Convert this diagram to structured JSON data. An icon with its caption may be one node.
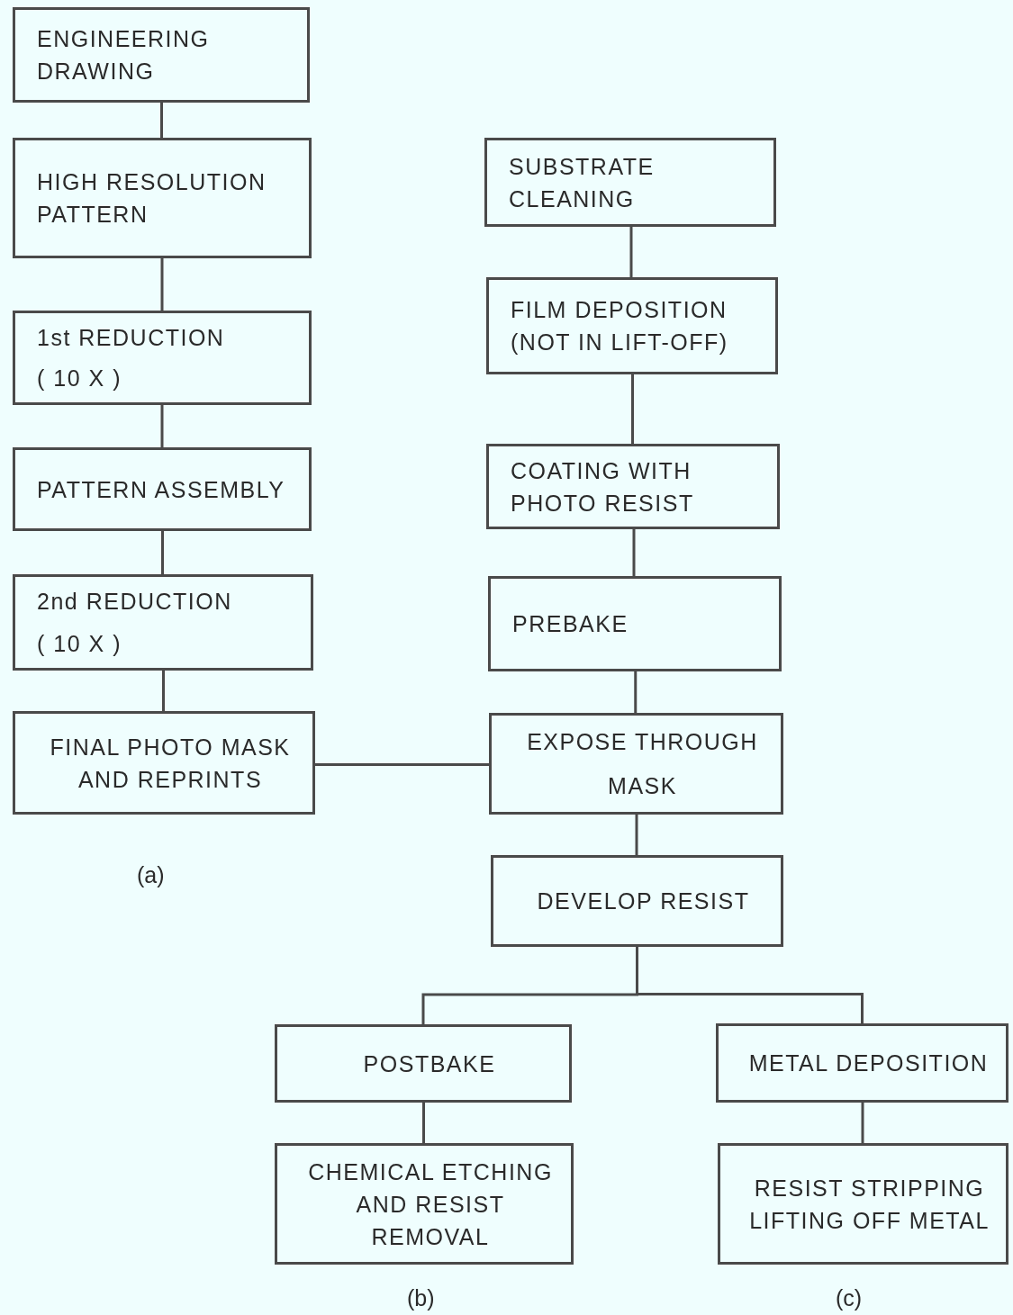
{
  "diagram": {
    "nodes": [
      {
        "text": [
          "ENGINEERING DRAWING"
        ]
      },
      {
        "text": [
          "HIGH RESOLUTION PATTERN"
        ]
      },
      {
        "text": [
          "1st REDUCTION",
          "( 10 X )"
        ]
      },
      {
        "text": [
          "PATTERN ASSEMBLY"
        ]
      },
      {
        "text": [
          "2nd REDUCTION",
          "( 10 X )"
        ]
      },
      {
        "text": [
          "FINAL PHOTO MASK AND REPRINTS"
        ]
      },
      {
        "text": [
          "SUBSTRATE CLEANING"
        ]
      },
      {
        "text": [
          "FILM DEPOSITION (NOT IN LIFT-OFF)"
        ]
      },
      {
        "text": [
          "COATING WITH PHOTO RESIST"
        ]
      },
      {
        "text": [
          "PREBAKE"
        ]
      },
      {
        "text": [
          "EXPOSE THROUGH",
          "MASK"
        ]
      },
      {
        "text": [
          "DEVELOP RESIST"
        ]
      },
      {
        "text": [
          "POSTBAKE"
        ]
      },
      {
        "text": [
          "CHEMICAL ETCHING AND RESIST REMOVAL"
        ]
      },
      {
        "text": [
          "METAL DEPOSITION"
        ]
      },
      {
        "text": [
          "RESIST STRIPPING LIFTING OFF METAL"
        ]
      }
    ],
    "edges": [
      {
        "from": 0,
        "to": 1,
        "arrow": "none"
      },
      {
        "from": 1,
        "to": 2,
        "arrow": "none"
      },
      {
        "from": 2,
        "to": 3,
        "arrow": "none"
      },
      {
        "from": 3,
        "to": 4,
        "arrow": "none"
      },
      {
        "from": 4,
        "to": 5,
        "arrow": "none"
      },
      {
        "from": 5,
        "to": 10,
        "arrow": "none"
      },
      {
        "from": 6,
        "to": 7,
        "arrow": "none"
      },
      {
        "from": 7,
        "to": 8,
        "arrow": "none"
      },
      {
        "from": 8,
        "to": 9,
        "arrow": "none"
      },
      {
        "from": 9,
        "to": 10,
        "arrow": "none"
      },
      {
        "from": 10,
        "to": 11,
        "arrow": "none"
      },
      {
        "from": 11,
        "to": 12,
        "arrow": "none"
      },
      {
        "from": 11,
        "to": 14,
        "arrow": "none"
      },
      {
        "from": 12,
        "to": 13,
        "arrow": "none"
      },
      {
        "from": 14,
        "to": 15,
        "arrow": "none"
      }
    ],
    "labels": [
      "(a)",
      "(b)",
      "(c)"
    ]
  }
}
